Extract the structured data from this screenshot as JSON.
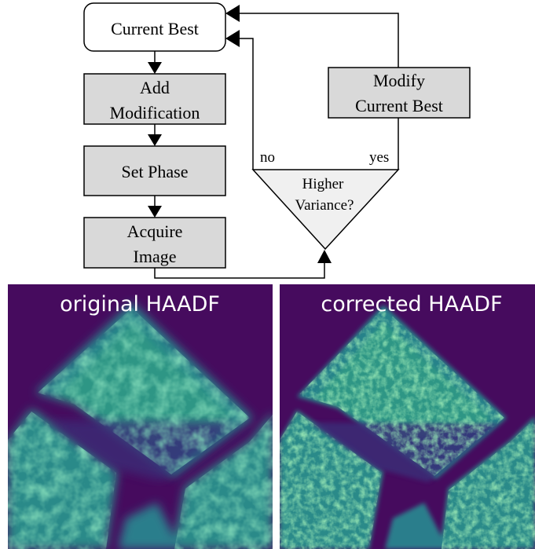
{
  "flowchart": {
    "current_best": "Current Best",
    "add_modification": [
      "Add",
      "Modification"
    ],
    "set_phase": "Set Phase",
    "acquire_image": [
      "Acquire",
      "Image"
    ],
    "modify_current_best": [
      "Modify",
      "Current Best"
    ],
    "decision": [
      "Higher",
      "Variance?"
    ],
    "branch_no": "no",
    "branch_yes": "yes"
  },
  "panels": {
    "left_title": "original HAADF",
    "right_title": "corrected HAADF"
  },
  "colors": {
    "box_fill": "#d9d9d9",
    "decision_fill": "#f0f0f0",
    "image_background": "#460b5e",
    "image_mid": "#2f7f8b",
    "image_high": "#49b773"
  }
}
